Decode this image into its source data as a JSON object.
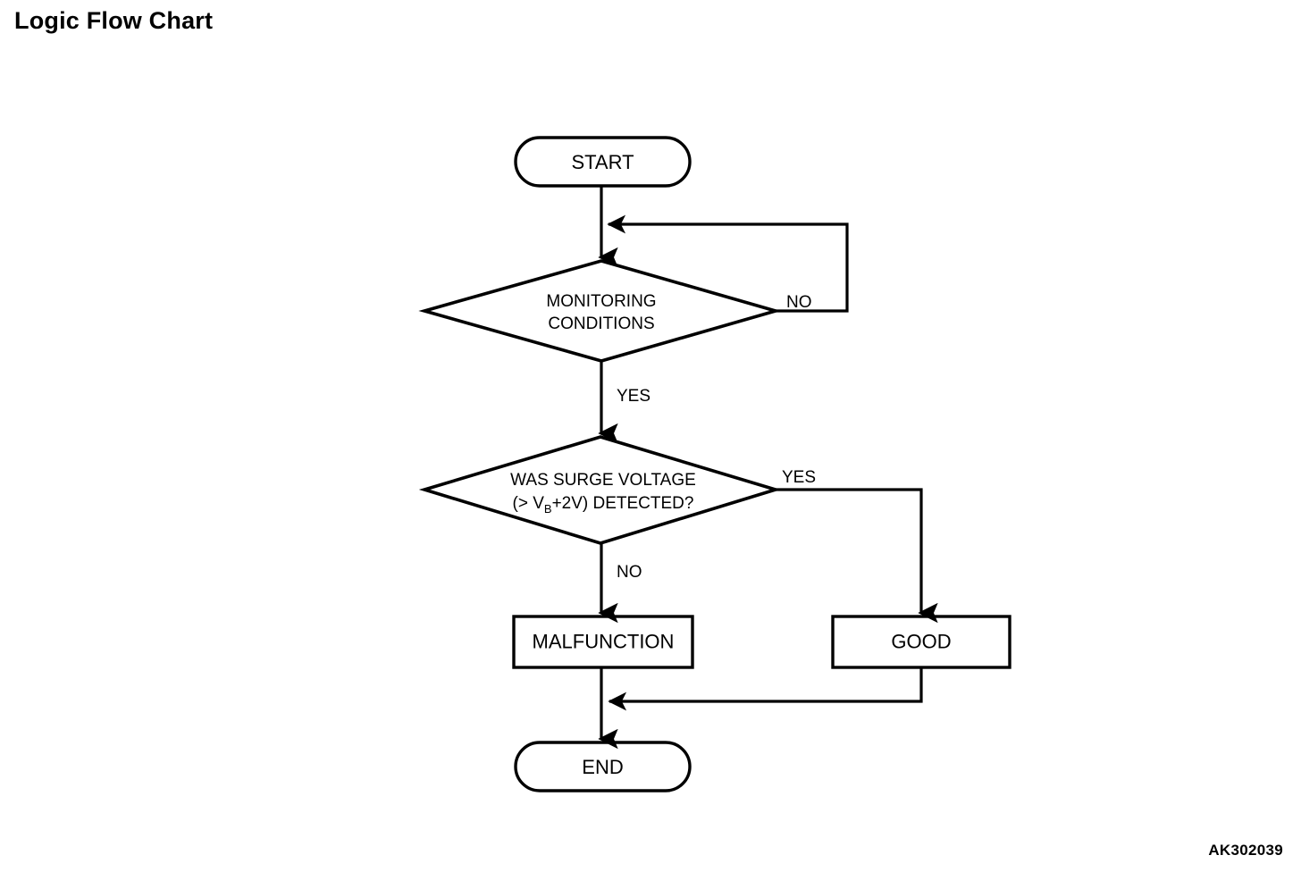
{
  "page": {
    "title": "Logic Flow Chart",
    "figure_code": "AK302039",
    "background_color": "#ffffff",
    "line_color": "#000000"
  },
  "chart_data": {
    "type": "flowchart",
    "title": "Logic Flow Chart",
    "nodes": [
      {
        "id": "start",
        "shape": "stadium",
        "label": "START"
      },
      {
        "id": "monitoring",
        "shape": "diamond",
        "label_line1": "MONITORING",
        "label_line2": "CONDITIONS"
      },
      {
        "id": "surge",
        "shape": "diamond",
        "label_line1": "WAS SURGE VOLTAGE",
        "label_line2_pre": "(> V",
        "label_line2_sub": "B",
        "label_line2_post": "+2V) DETECTED?"
      },
      {
        "id": "malfunction",
        "shape": "rectangle",
        "label": "MALFUNCTION"
      },
      {
        "id": "good",
        "shape": "rectangle",
        "label": "GOOD"
      },
      {
        "id": "end",
        "shape": "stadium",
        "label": "END"
      }
    ],
    "edges": [
      {
        "from": "start",
        "to": "monitoring",
        "label": ""
      },
      {
        "from": "monitoring",
        "to": "monitoring",
        "label": "NO"
      },
      {
        "from": "monitoring",
        "to": "surge",
        "label": "YES"
      },
      {
        "from": "surge",
        "to": "malfunction",
        "label": "NO"
      },
      {
        "from": "surge",
        "to": "good",
        "label": "YES"
      },
      {
        "from": "malfunction",
        "to": "end",
        "label": ""
      },
      {
        "from": "good",
        "to": "end",
        "label": ""
      }
    ]
  },
  "labels": {
    "monitoring_no": "NO",
    "monitoring_yes": "YES",
    "surge_yes": "YES",
    "surge_no": "NO"
  }
}
